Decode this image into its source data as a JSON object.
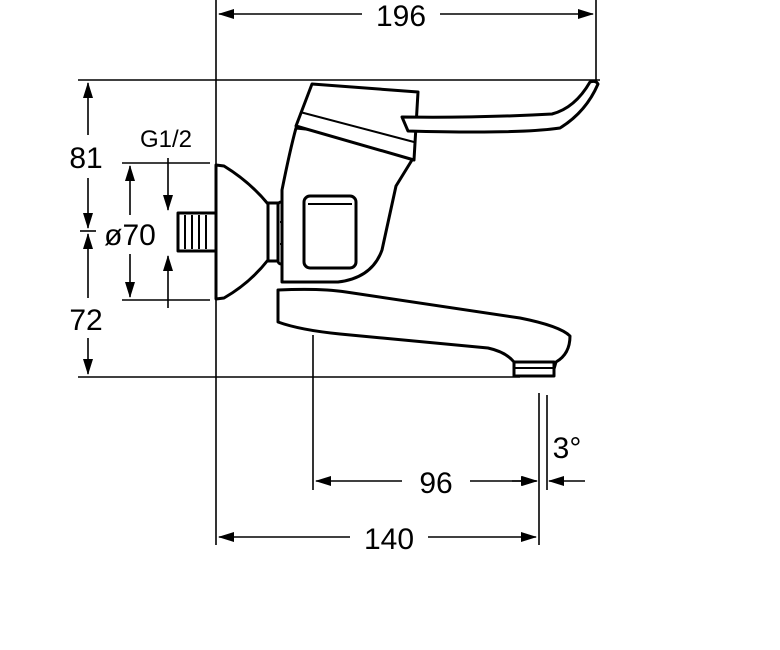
{
  "dimensions": {
    "total_width": "196",
    "height_upper": "81",
    "height_lower": "72",
    "thread": "G1/2",
    "rosette_diameter": "ø70",
    "spout_projection": "96",
    "outlet_distance": "140",
    "spout_angle": "3°"
  },
  "icons": {
    "arrowhead": "arrow-head-icon"
  }
}
